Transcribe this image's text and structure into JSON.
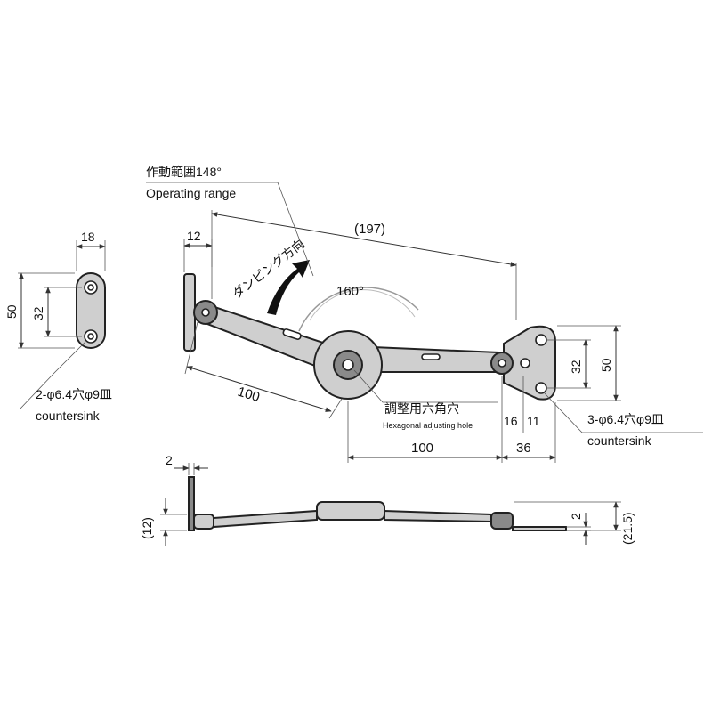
{
  "labels": {
    "op_range_jp": "作動範囲148°",
    "op_range_en": "Operating range",
    "damping_jp": "ダンピング方向",
    "angle": "160°",
    "adjust_jp": "調整用六角穴",
    "adjust_en": "Hexagonal adjusting hole",
    "left_holes_jp": "2-φ6.4穴φ9皿",
    "left_holes_en": "countersink",
    "right_holes_jp": "3-φ6.4穴φ9皿",
    "right_holes_en": "countersink"
  },
  "dims": {
    "d18": "18",
    "d50_left": "50",
    "d32_left": "32",
    "d12_top": "12",
    "d197": "(197)",
    "d100_arm": "100",
    "d100_bottom": "100",
    "d36": "36",
    "d16": "16",
    "d11": "11",
    "d32_right": "32",
    "d50_right": "50",
    "d2_top": "2",
    "d12_side": "(12)",
    "d2_right": "2",
    "d21_5": "(21.5)"
  }
}
